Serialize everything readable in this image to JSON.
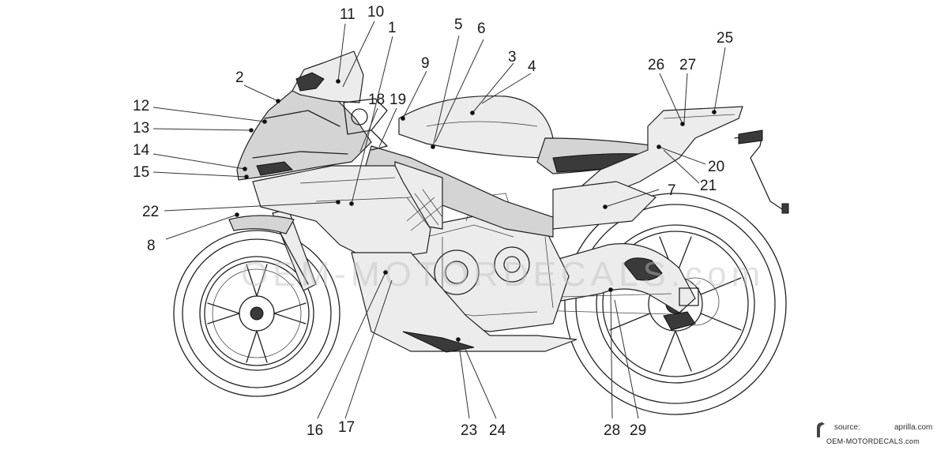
{
  "diagram": {
    "title": "Motorcycle decal location diagram",
    "labels": [
      "1",
      "2",
      "3",
      "4",
      "5",
      "6",
      "7",
      "8",
      "9",
      "10",
      "11",
      "12",
      "13",
      "14",
      "15",
      "16",
      "17",
      "18",
      "19",
      "20",
      "21",
      "22",
      "23",
      "24",
      "25",
      "26",
      "27",
      "28",
      "29"
    ],
    "watermark": "OEM-MOTORDECALS.com"
  },
  "credit": {
    "source_label": "source:",
    "source_value": "aprilla.com",
    "brand": "OEM-MOTORDECALS.com"
  }
}
